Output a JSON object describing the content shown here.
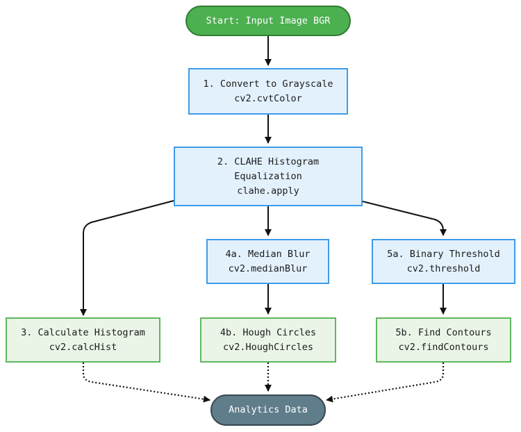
{
  "nodes": {
    "start": {
      "line1": "Start: Input Image BGR"
    },
    "grayscale": {
      "line1": "1. Convert to Grayscale",
      "line2": "cv2.cvtColor"
    },
    "clahe": {
      "line1": "2. CLAHE Histogram",
      "line2": "Equalization",
      "line3": "clahe.apply"
    },
    "median": {
      "line1": "4a. Median Blur",
      "line2": "cv2.medianBlur"
    },
    "threshold": {
      "line1": "5a. Binary Threshold",
      "line2": "cv2.threshold"
    },
    "histogram": {
      "line1": "3. Calculate Histogram",
      "line2": "cv2.calcHist"
    },
    "hough": {
      "line1": "4b. Hough Circles",
      "line2": "cv2.HoughCircles"
    },
    "contours": {
      "line1": "5b. Find Contours",
      "line2": "cv2.findContours"
    },
    "analytics": {
      "line1": "Analytics Data"
    }
  },
  "colors": {
    "start_fill": "#4caf50",
    "process_fill": "#e3f1fd",
    "process_border": "#3d9be9",
    "output_fill": "#eaf5e8",
    "output_border": "#5cb85c",
    "end_fill": "#607d8b"
  }
}
